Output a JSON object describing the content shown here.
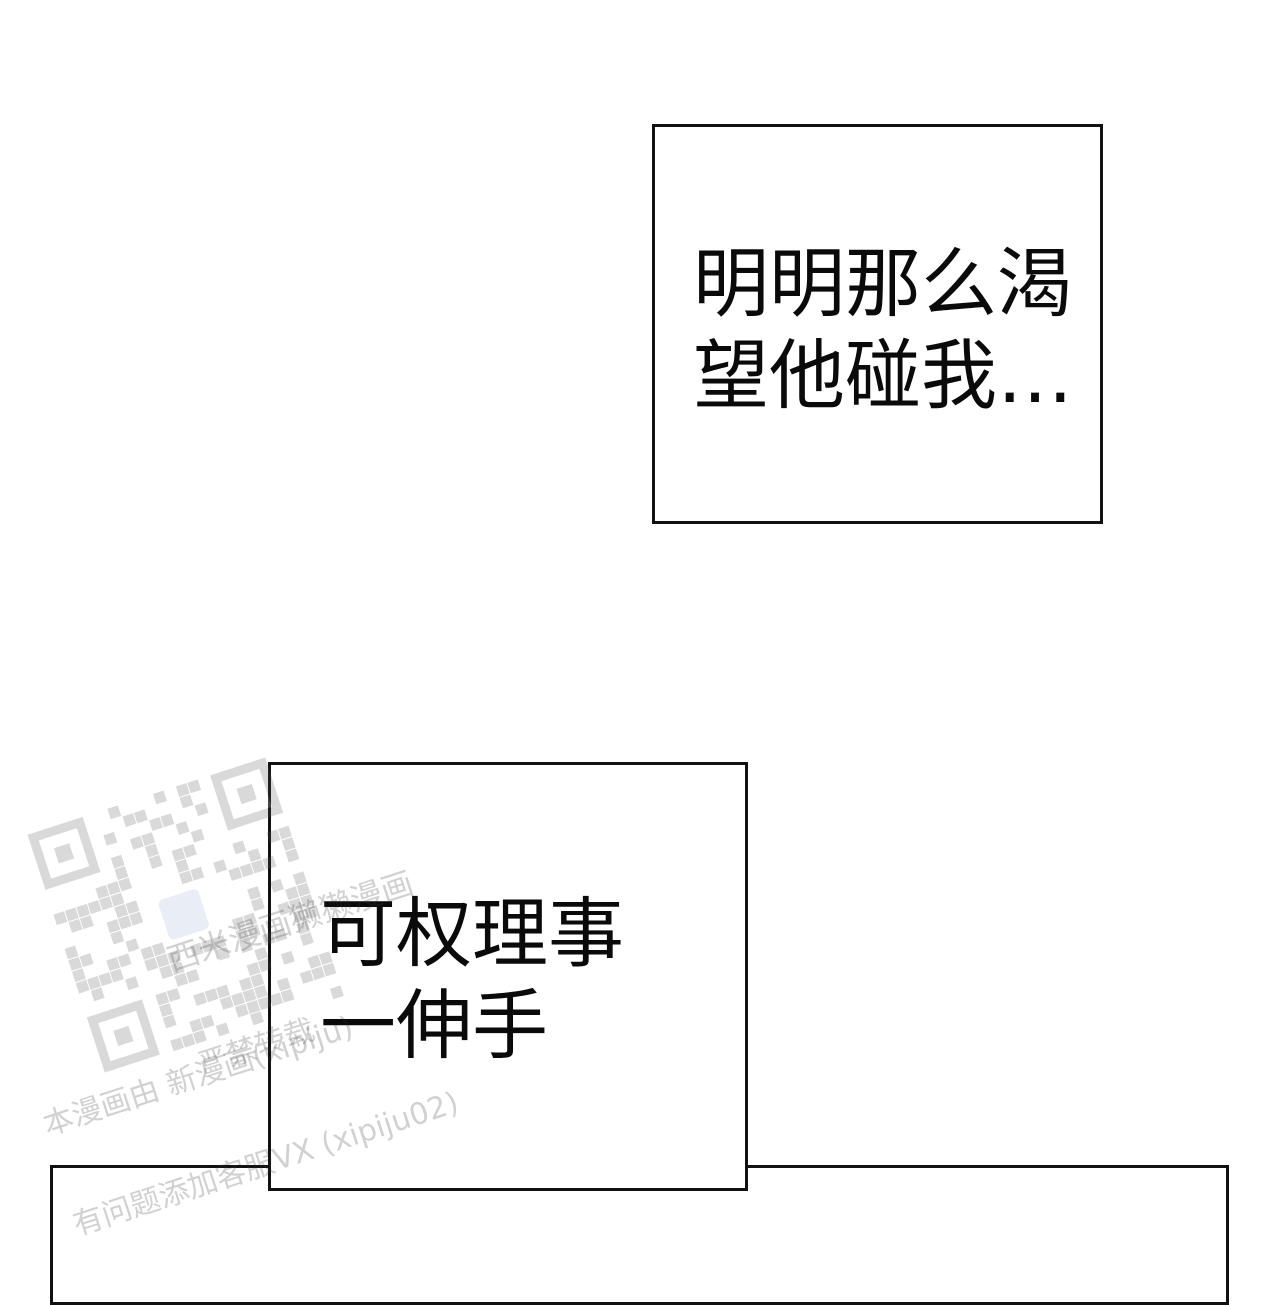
{
  "panels": {
    "top": {
      "lines": [
        "明明那么渴",
        "望他碰我…"
      ]
    },
    "middle": {
      "lines": [
        "可权理事",
        "一伸手"
      ]
    }
  },
  "watermark": {
    "lines": [
      "西米漫画獭獭漫画",
      "严禁转载",
      "本漫画由 新漫画(xipiju)",
      "有问题添加客服VX (xipiju02)"
    ],
    "icon": "qr-code-icon"
  }
}
